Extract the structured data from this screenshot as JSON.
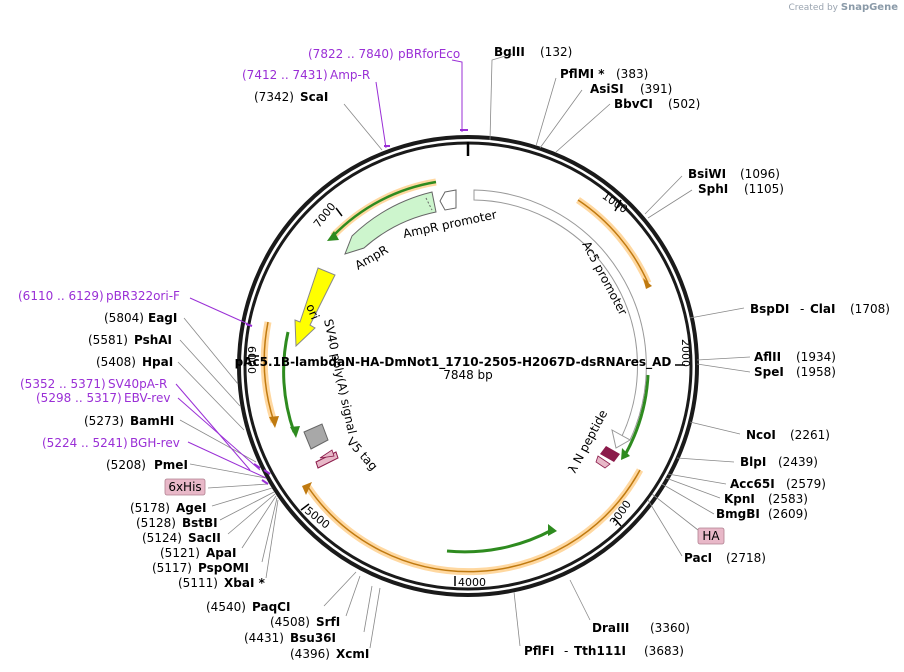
{
  "watermark": {
    "prefix": "Created by",
    "brand": "SnapGene"
  },
  "plasmid": {
    "name": "pAc5.1B-lambdaN-HA-DmNot1_1710-2505-H2067D-dsRNAres_AD",
    "length_label": "7848 bp",
    "tick_labels": [
      "1000",
      "2000",
      "3000",
      "4000",
      "5000",
      "6000",
      "7000"
    ]
  },
  "features": {
    "ampr": "AmpR",
    "ampr_promoter": "AmpR promoter",
    "ori": "ori",
    "sv40": "SV40 poly(A) signal",
    "v5": "V5 tag",
    "ac5": "Ac5 promoter",
    "lambda": "λ N peptide",
    "his": "6xHis",
    "ha": "HA"
  },
  "sites": [
    {
      "name": "BglII",
      "pos": "(132)"
    },
    {
      "name": "PflMI *",
      "pos": "(383)"
    },
    {
      "name": "AsiSI",
      "pos": "(391)"
    },
    {
      "name": "BbvCI",
      "pos": "(502)"
    },
    {
      "name": "BsiWI",
      "pos": "(1096)"
    },
    {
      "name": "SphI",
      "pos": "(1105)"
    },
    {
      "name": "BspDI",
      "sep": "-",
      "name2": "ClaI",
      "pos": "(1708)"
    },
    {
      "name": "AflII",
      "pos": "(1934)"
    },
    {
      "name": "SpeI",
      "pos": "(1958)"
    },
    {
      "name": "NcoI",
      "pos": "(2261)"
    },
    {
      "name": "BlpI",
      "pos": "(2439)"
    },
    {
      "name": "Acc65I",
      "pos": "(2579)"
    },
    {
      "name": "KpnI",
      "pos": "(2583)"
    },
    {
      "name": "BmgBI",
      "pos": "(2609)"
    },
    {
      "name": "PacI",
      "pos": "(2718)"
    },
    {
      "name": "DraIII",
      "pos": "(3360)"
    },
    {
      "name": "PflFI",
      "sep": "-",
      "name2": "Tth111I",
      "pos": "(3683)"
    },
    {
      "name": "XcmI",
      "pos": "(4396)"
    },
    {
      "name": "Bsu36I",
      "pos": "(4431)"
    },
    {
      "name": "SrfI",
      "pos": "(4508)"
    },
    {
      "name": "PaqCI",
      "pos": "(4540)"
    },
    {
      "name": "XbaI *",
      "pos": "(5111)"
    },
    {
      "name": "PspOMI",
      "pos": "(5117)"
    },
    {
      "name": "ApaI",
      "pos": "(5121)"
    },
    {
      "name": "SacII",
      "pos": "(5124)"
    },
    {
      "name": "BstBI",
      "pos": "(5128)"
    },
    {
      "name": "AgeI",
      "pos": "(5178)"
    },
    {
      "name": "PmeI",
      "pos": "(5208)"
    },
    {
      "name": "BamHI",
      "pos": "(5273)"
    },
    {
      "name": "HpaI",
      "pos": "(5408)"
    },
    {
      "name": "PshAI",
      "pos": "(5581)"
    },
    {
      "name": "EagI",
      "pos": "(5804)"
    },
    {
      "name": "ScaI",
      "pos": "(7342)"
    }
  ],
  "primers": [
    {
      "range": "(7822 .. 7840)",
      "name": "pBRforEco"
    },
    {
      "range": "(7412 .. 7431)",
      "name": "Amp-R"
    },
    {
      "range": "(6110 .. 6129)",
      "name": "pBR322ori-F"
    },
    {
      "range": "(5352 .. 5371)",
      "name": "SV40pA-R"
    },
    {
      "range": "(5298 .. 5317)",
      "name": "EBV-rev"
    },
    {
      "range": "(5224 .. 5241)",
      "name": "BGH-rev"
    }
  ],
  "colors": {
    "backbone": "#1a1a1a",
    "primer": "#9a2fd6",
    "orf_fill": "#ffd8a0",
    "orf_stroke": "#c07a10",
    "green": "#2e8b1f",
    "ampr_fill": "#cdf5cd",
    "ori_fill": "#ffff00",
    "tag_fill": "#e8b8c8",
    "terminator": "#a8a8a8",
    "lambda_fill": "#8b1a4a"
  }
}
